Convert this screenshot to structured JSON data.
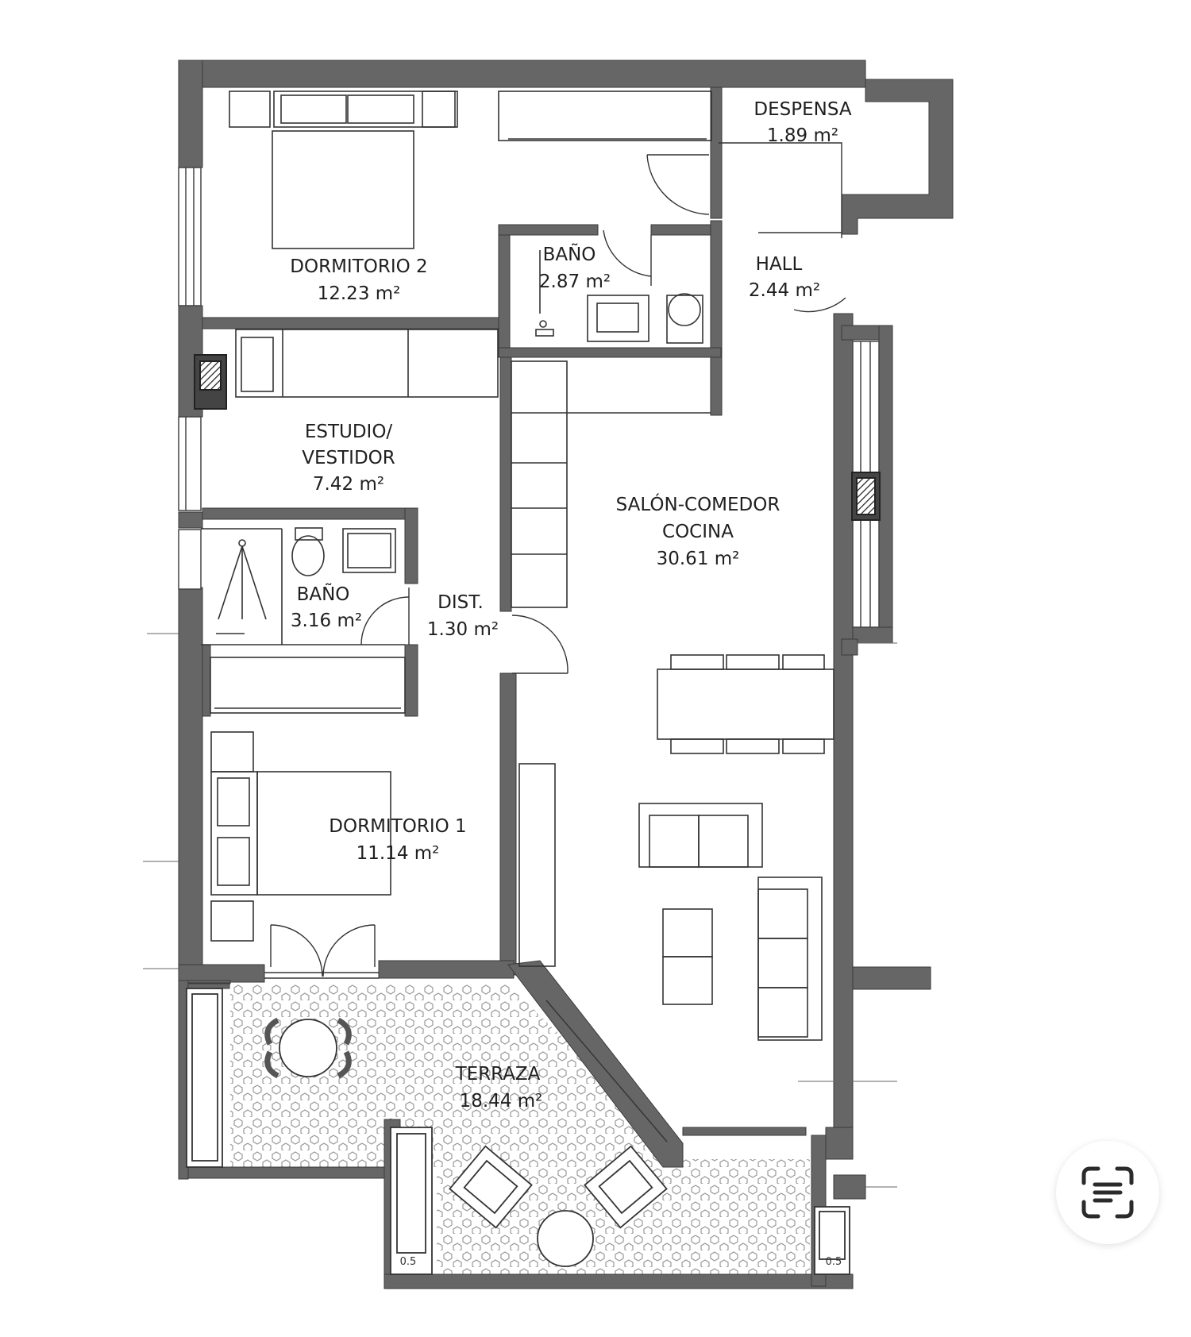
{
  "plan": {
    "rooms": [
      {
        "id": "dormitorio2",
        "name": "DORMITORIO 2",
        "area": "12.23 m²"
      },
      {
        "id": "despensa",
        "name": "DESPENSA",
        "area": "1.89 m²"
      },
      {
        "id": "bano_small",
        "name": "BAÑO",
        "area": "2.87 m²"
      },
      {
        "id": "hall",
        "name": "HALL",
        "area": "2.44 m²"
      },
      {
        "id": "estudio",
        "name_line1": "ESTUDIO/",
        "name_line2": "VESTIDOR",
        "area": "7.42 m²"
      },
      {
        "id": "salon",
        "name_line1": "SALÓN-COMEDOR",
        "name_line2": "COCINA",
        "area": "30.61 m²"
      },
      {
        "id": "bano",
        "name": "BAÑO",
        "area": "3.16 m²"
      },
      {
        "id": "dist",
        "name": "DIST.",
        "area": "1.30 m²"
      },
      {
        "id": "dormitorio1",
        "name": "DORMITORIO 1",
        "area": "11.14 m²"
      },
      {
        "id": "terraza",
        "name": "TERRAZA",
        "area": "18.44 m²"
      }
    ],
    "planter_left_label": "0.5",
    "planter_right_label": "0.5"
  },
  "ui": {
    "scan_button_icon": "text-scan-icon"
  }
}
